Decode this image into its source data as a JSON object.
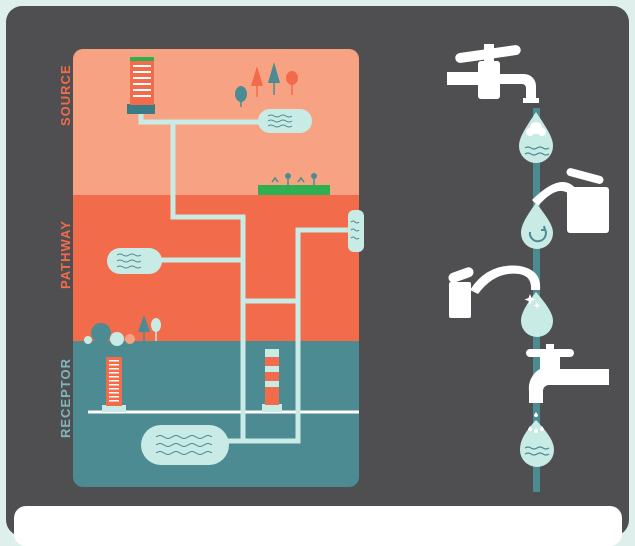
{
  "bands": {
    "source": "SOURCE",
    "pathway": "PATHWAY",
    "receptor": "RECEPTOR"
  },
  "colors": {
    "frame": "#4f4f51",
    "source": "#f7a383",
    "pathway": "#f26b4a",
    "receptor": "#4d8b93",
    "pipe": "#c9ebe6",
    "water_pool": "#c9ebe6",
    "tap": "#ffffff"
  },
  "icons": {
    "tap_column": [
      "tap-rain-icon",
      "mixer-tap-icon",
      "sink-tap-sparkle-icon",
      "tap-drip-icon"
    ]
  }
}
